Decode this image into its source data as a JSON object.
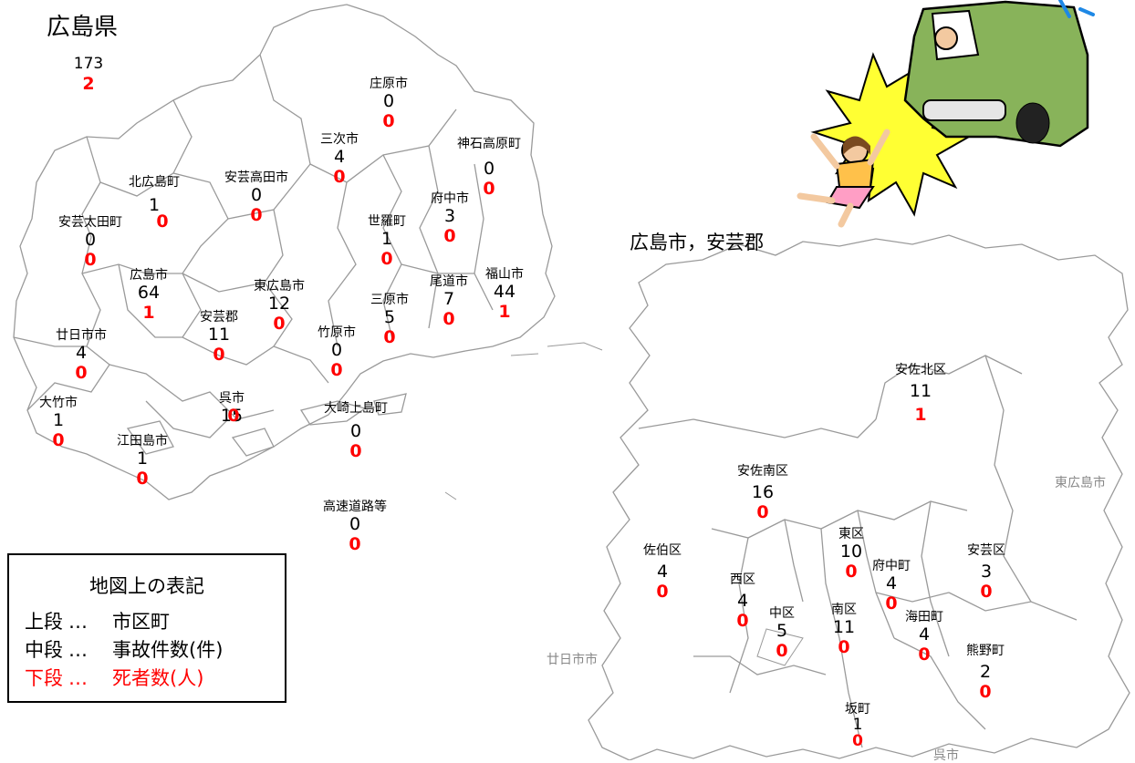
{
  "colors": {
    "fatal": "#ff0000",
    "accident": "#000000",
    "border": "#9a9a9a",
    "muted": "#888888"
  },
  "prefecture": {
    "title": "広島県",
    "accidents": "173",
    "fatalities": "2"
  },
  "subtitle": "広島市，安芸郡",
  "municipalities": [
    {
      "name": "庄原市",
      "accidents": "0",
      "fatalities": "0"
    },
    {
      "name": "三次市",
      "accidents": "4",
      "fatalities": "0"
    },
    {
      "name": "神石高原町",
      "accidents": "0",
      "fatalities": "0"
    },
    {
      "name": "北広島町",
      "accidents": "1",
      "fatalities": "0"
    },
    {
      "name": "安芸高田市",
      "accidents": "0",
      "fatalities": "0"
    },
    {
      "name": "府中市",
      "accidents": "3",
      "fatalities": "0"
    },
    {
      "name": "安芸太田町",
      "accidents": "0",
      "fatalities": "0"
    },
    {
      "name": "世羅町",
      "accidents": "1",
      "fatalities": "0"
    },
    {
      "name": "広島市",
      "accidents": "64",
      "fatalities": "1"
    },
    {
      "name": "東広島市",
      "accidents": "12",
      "fatalities": "0"
    },
    {
      "name": "尾道市",
      "accidents": "7",
      "fatalities": "0"
    },
    {
      "name": "福山市",
      "accidents": "44",
      "fatalities": "1"
    },
    {
      "name": "三原市",
      "accidents": "5",
      "fatalities": "0"
    },
    {
      "name": "安芸郡",
      "accidents": "11",
      "fatalities": "0"
    },
    {
      "name": "廿日市市",
      "accidents": "4",
      "fatalities": "0"
    },
    {
      "name": "竹原市",
      "accidents": "0",
      "fatalities": "0"
    },
    {
      "name": "大竹市",
      "accidents": "1",
      "fatalities": "0"
    },
    {
      "name": "呉市",
      "accidents": "15",
      "fatalities": "0"
    },
    {
      "name": "大崎上島町",
      "accidents": "0",
      "fatalities": "0"
    },
    {
      "name": "江田島市",
      "accidents": "1",
      "fatalities": "0"
    },
    {
      "name": "高速道路等",
      "accidents": "0",
      "fatalities": "0"
    }
  ],
  "wards": [
    {
      "name": "安佐北区",
      "accidents": "11",
      "fatalities": "1"
    },
    {
      "name": "安佐南区",
      "accidents": "16",
      "fatalities": "0"
    },
    {
      "name": "佐伯区",
      "accidents": "4",
      "fatalities": "0"
    },
    {
      "name": "東区",
      "accidents": "10",
      "fatalities": "0"
    },
    {
      "name": "安芸区",
      "accidents": "3",
      "fatalities": "0"
    },
    {
      "name": "西区",
      "accidents": "4",
      "fatalities": "0"
    },
    {
      "name": "府中町",
      "accidents": "4",
      "fatalities": "0"
    },
    {
      "name": "中区",
      "accidents": "5",
      "fatalities": "0"
    },
    {
      "name": "南区",
      "accidents": "11",
      "fatalities": "0"
    },
    {
      "name": "海田町",
      "accidents": "4",
      "fatalities": "0"
    },
    {
      "name": "熊野町",
      "accidents": "2",
      "fatalities": "0"
    },
    {
      "name": "坂町",
      "accidents": "1",
      "fatalities": "0"
    }
  ],
  "surrounding": {
    "east": "東広島市",
    "west": "廿日市市",
    "south": "呉市"
  },
  "legend": {
    "title": "地図上の表記",
    "rows": [
      {
        "key": "上段",
        "dots": "…",
        "desc": "市区町"
      },
      {
        "key": "中段",
        "dots": "…",
        "desc": "事故件数(件)"
      },
      {
        "key": "下段",
        "dots": "…",
        "desc": "死者数(人)"
      }
    ]
  },
  "illustration": "car-hitting-child-illustration"
}
